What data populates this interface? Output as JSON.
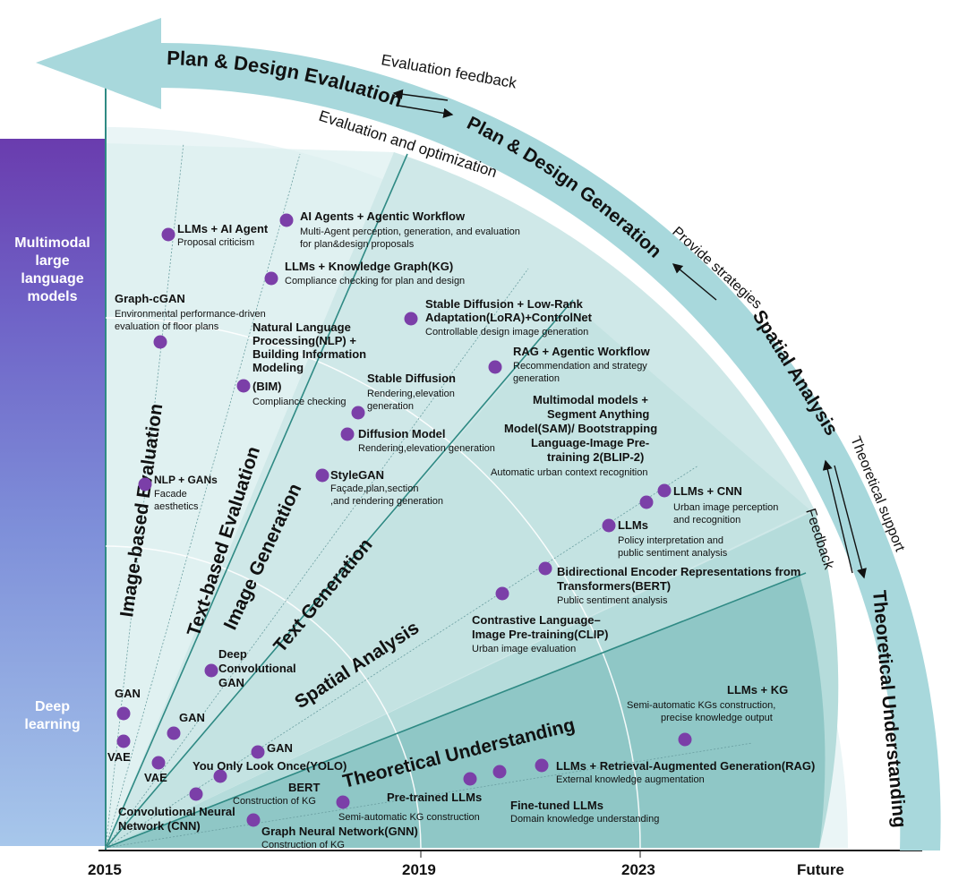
{
  "sidebar": {
    "top_label": [
      "Multimodal",
      "large",
      "language",
      "models"
    ],
    "bottom_label": [
      "Deep",
      "learning"
    ],
    "color_top": "#6b3fb0",
    "color_bottom": "#a9c6ea"
  },
  "timeline": [
    "2015",
    "2019",
    "2023",
    "Future"
  ],
  "arcs": {
    "outer": "Plan & Design Evaluation",
    "middle": "Plan & Design Generation",
    "spatial": "Spatial Analysis",
    "theory": "Theoretical Understanding"
  },
  "flows": {
    "eval_feedback": "Evaluation feedback",
    "eval_opt": "Evaluation and optimization",
    "strategies": "Provide strategies",
    "theory_support": "Theoretical support",
    "feedback": "Feedback"
  },
  "sectors": {
    "image_eval": "Image-based Evaluation",
    "text_eval": "Text-based Evaluation",
    "image_gen": "Image Generation",
    "text_gen": "Text Generation",
    "spatial": "Spatial Analysis",
    "theory": "Theoretical Understanding"
  },
  "nodes": {
    "n1_title": "LLMs + AI Agent",
    "n1_desc": "Proposal criticism",
    "n2_title": "AI Agents + Agentic Workflow",
    "n2_desc1": "Multi-Agent perception, generation, and evaluation",
    "n2_desc2": "for plan&design proposals",
    "n3_title": "LLMs + Knowledge Graph(KG)",
    "n3_desc": "Compliance checking for plan and design",
    "n4_title": "Graph-cGAN",
    "n4_desc1": "Environmental performance-driven",
    "n4_desc2": "evaluation of floor plans",
    "n5_t1": "Natural Language",
    "n5_t2": "Processing(NLP) +",
    "n5_t3": "Building Information",
    "n5_t4": "Modeling",
    "n5_t5": "(BIM)",
    "n5_desc": "Compliance checking",
    "n6_t1": "Stable Diffusion + Low-Rank",
    "n6_t2": "Adaptation(LoRA)+ControlNet",
    "n6_desc": "Controllable design image generation",
    "n7_title": "RAG + Agentic Workflow",
    "n7_desc1": "Recommendation and strategy",
    "n7_desc2": "generation",
    "n8_title": "Stable Diffusion",
    "n8_desc1": "Rendering,elevation",
    "n8_desc2": "generation",
    "n9_title": "Diffusion Model",
    "n9_desc": "Rendering,elevation generation",
    "n10_t1": "Multimodal models +",
    "n10_t2": "Segment Anything",
    "n10_t3": "Model(SAM)/ Bootstrapping",
    "n10_t4": "Language-Image Pre-",
    "n10_t5": "training 2(BLIP-2)",
    "n10_desc": "Automatic urban context recognition",
    "n11_title": "StyleGAN",
    "n11_desc1": "Façade,plan,section",
    "n11_desc2": ",and rendering generation",
    "n12_title": "NLP + GANs",
    "n12_desc1": "Facade",
    "n12_desc2": "aesthetics",
    "n13_title": "LLMs + CNN",
    "n13_desc1": "Urban image perception",
    "n13_desc2": "and recognition",
    "n14_title": "LLMs",
    "n14_desc1": "Policy interpretation and",
    "n14_desc2": "public sentiment analysis",
    "n15_t1": "Bidirectional Encoder Representations from",
    "n15_t2": "Transformers(BERT)",
    "n15_desc": "Public sentiment analysis",
    "n16_t1": "Contrastive Language–",
    "n16_t2": "Image Pre-training(CLIP)",
    "n16_desc": "Urban image evaluation",
    "n17_t1": "Deep",
    "n17_t2": "Convolutional",
    "n17_t3": "GAN",
    "n18_title": "LLMs + KG",
    "n18_desc1": "Semi-automatic KGs construction,",
    "n18_desc2": "precise knowledge output",
    "n19_title": "GAN",
    "n20_title": "VAE",
    "n21_title": "GAN",
    "n22_title": "VAE",
    "n23_title": "GAN",
    "n24_title": "You Only Look Once(YOLO)",
    "n25_title": "LLMs + Retrieval-Augmented Generation(RAG)",
    "n25_desc": "External knowledge augmentation",
    "n26_title": "Pre-trained LLMs",
    "n27_title": "Fine-tuned LLMs",
    "n27_desc": "Domain knowledge understanding",
    "n28_title": "BERT",
    "n28_desc1": "Construction of KG",
    "n28_desc2": "Semi-automatic KG construction",
    "n29_t1": "Convolutional Neural",
    "n29_t2": "Network (CNN)",
    "n30_title": "Graph Neural Network(GNN)",
    "n30_desc": "Construction  of KG"
  },
  "colors": {
    "node": "#7b3fa8",
    "band": "#a8d8dc",
    "sector_light": "#e4f2f3",
    "sector_mid": "#c9e6e6",
    "sector_dark": "#8fc9c8",
    "line": "#2f8a84"
  }
}
